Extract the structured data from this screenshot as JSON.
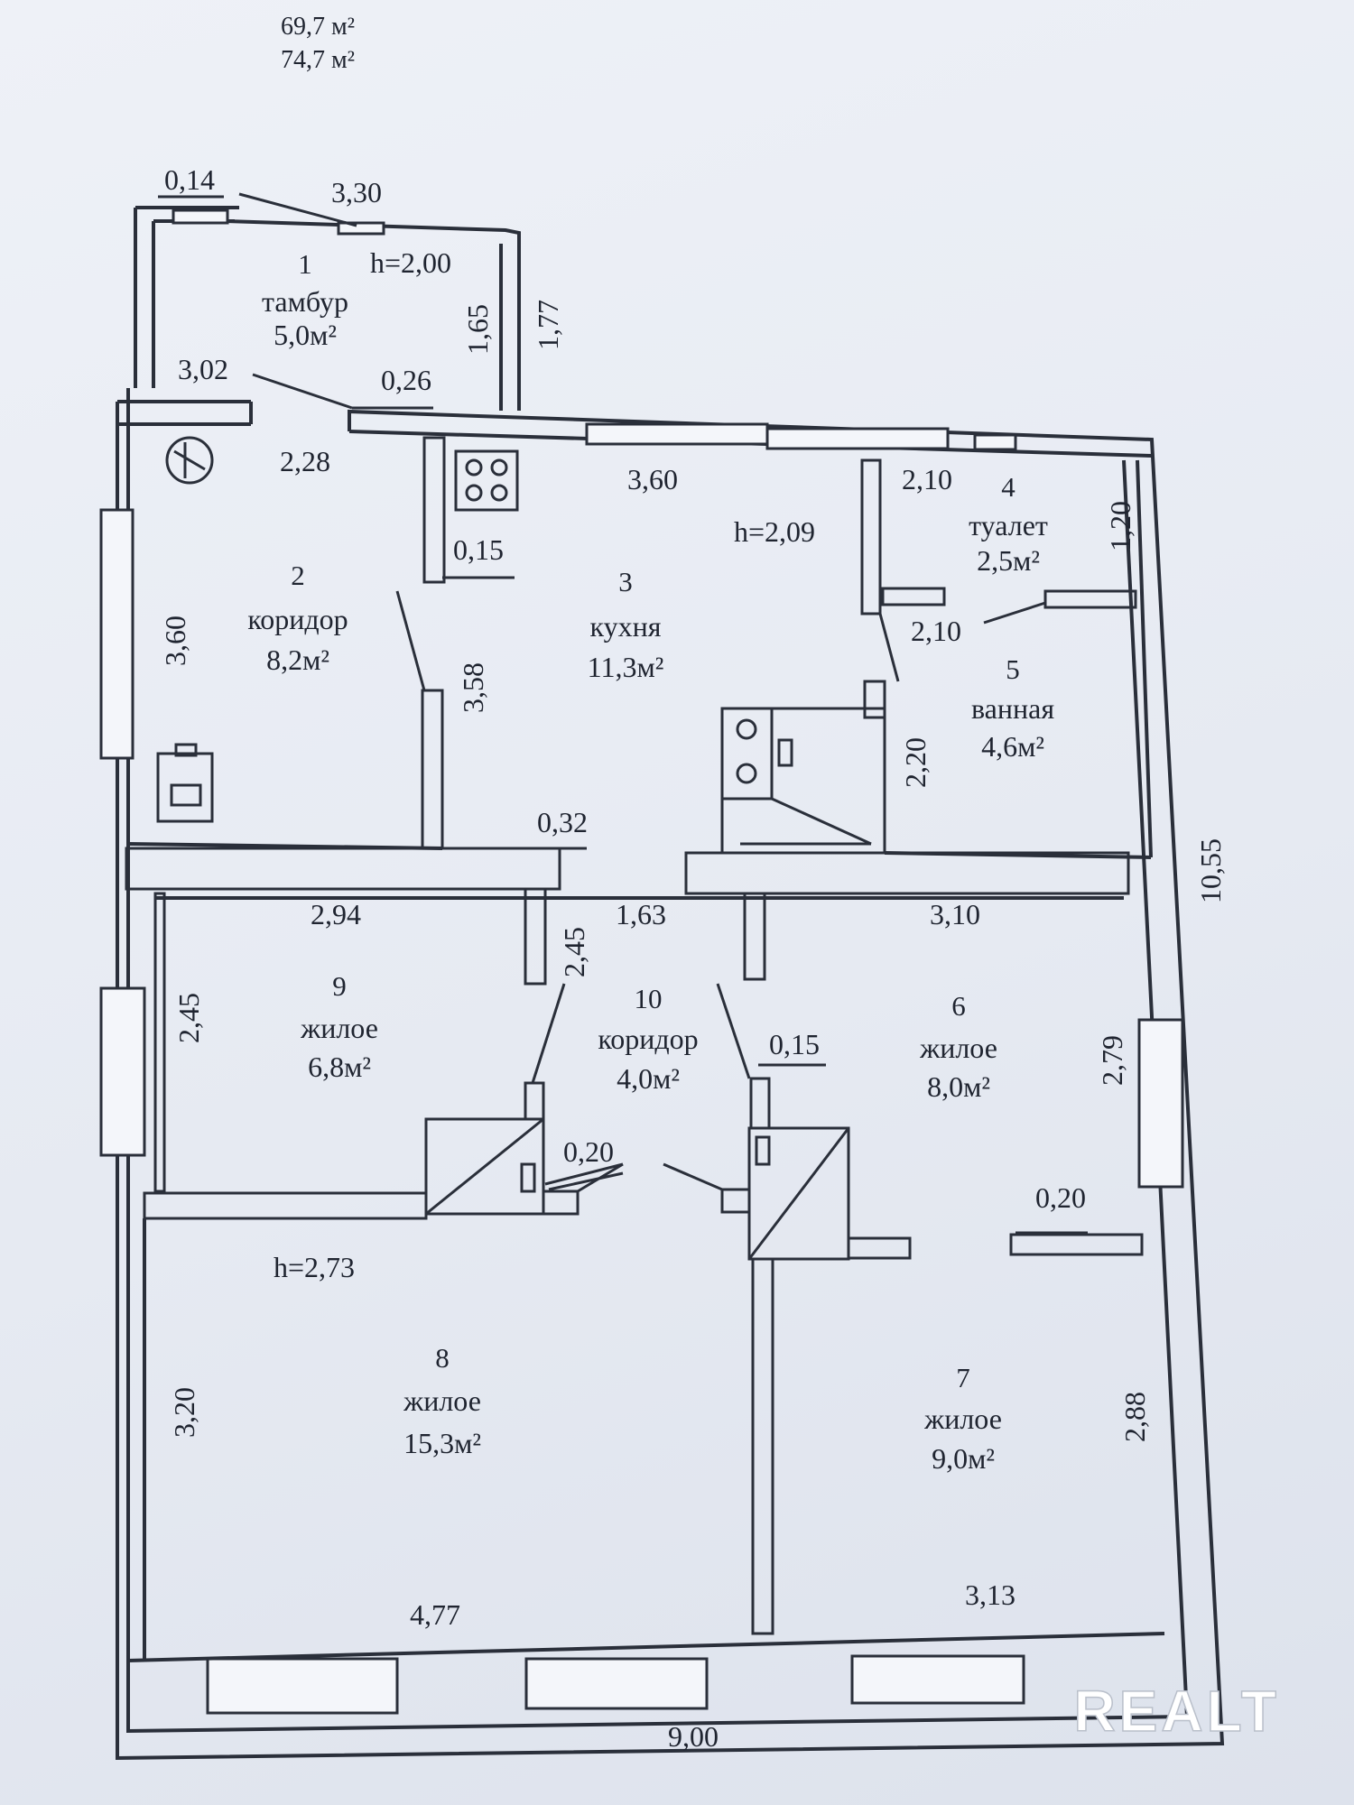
{
  "header": {
    "lines": [
      "69,7 м²",
      "74,7 м²"
    ]
  },
  "ceiling_heights": {
    "vestibule": "h=2,00",
    "kitchen": "h=2,09",
    "living": "h=2,73"
  },
  "rooms": [
    {
      "number": "1",
      "name": "тамбур",
      "area": "5,0м²"
    },
    {
      "number": "2",
      "name": "коридор",
      "area": "8,2м²"
    },
    {
      "number": "3",
      "name": "кухня",
      "area": "11,3м²"
    },
    {
      "number": "4",
      "name": "туалет",
      "area": "2,5м²"
    },
    {
      "number": "5",
      "name": "ванная",
      "area": "4,6м²"
    },
    {
      "number": "6",
      "name": "жилое",
      "area": "8,0м²"
    },
    {
      "number": "7",
      "name": "жилое",
      "area": "9,0м²"
    },
    {
      "number": "8",
      "name": "жилое",
      "area": "15,3м²"
    },
    {
      "number": "9",
      "name": "жилое",
      "area": "6,8м²"
    },
    {
      "number": "10",
      "name": "коридор",
      "area": "4,0м²"
    }
  ],
  "dimensions": {
    "d_0_14": "0,14",
    "d_3_30": "3,30",
    "d_1_65": "1,65",
    "d_1_77": "1,77",
    "d_3_02": "3,02",
    "d_0_26": "0,26",
    "d_2_28": "2,28",
    "d_3_60_top": "3,60",
    "d_2_10_a": "2,10",
    "d_1_20": "1,20",
    "d_0_15_a": "0,15",
    "d_3_60_left": "3,60",
    "d_3_58": "3,58",
    "d_2_10_b": "2,10",
    "d_2_20": "2,20",
    "d_10_55": "10,55",
    "d_0_32": "0,32",
    "d_2_94": "2,94",
    "d_1_63": "1,63",
    "d_3_10": "3,10",
    "d_2_45_left": "2,45",
    "d_2_45_mid": "2,45",
    "d_0_15_b": "0,15",
    "d_2_79": "2,79",
    "d_0_20_a": "0,20",
    "d_0_20_b": "0,20",
    "d_3_20": "3,20",
    "d_2_88": "2,88",
    "d_4_77": "4,77",
    "d_3_13": "3,13",
    "d_9_00": "9,00"
  },
  "watermark": "REALT"
}
